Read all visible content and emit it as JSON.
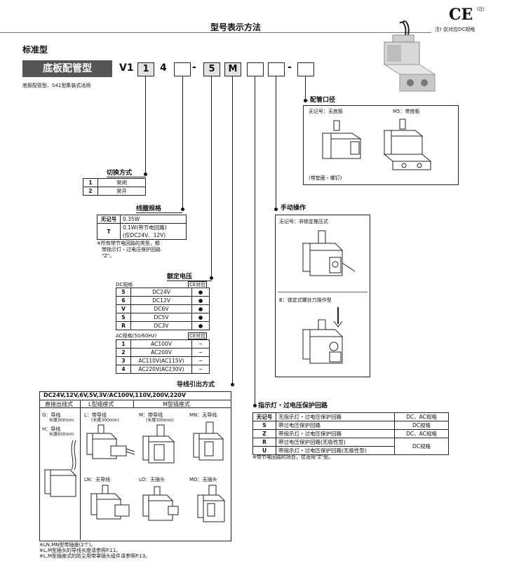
{
  "header": {
    "title": "型号表示方法",
    "ce_mark": "CE",
    "ce_note_mark": "(注)",
    "ce_note": "注) 仅对应DC规格"
  },
  "standard": {
    "label": "标准型",
    "type_name": "底板配管型",
    "code_prefix": "V1",
    "code_1": "1",
    "code_2": "4",
    "code_3": "5",
    "code_4": "M",
    "note": "底板配管型、S41型集装式适用"
  },
  "switching": {
    "title": "切换方式",
    "rows": [
      {
        "key": "1",
        "value": "常闭"
      },
      {
        "key": "2",
        "value": "常开"
      }
    ]
  },
  "coil": {
    "title": "线圈规格",
    "rows": [
      {
        "key": "无记号",
        "value": "0.35W"
      },
      {
        "key": "T",
        "value": "0.1W(带节电回路)",
        "value2": "(仅DC24V、12V)"
      }
    ],
    "note1": "※所有带节电回路的类型，都",
    "note2": "带指示灯・过电压保护回路",
    "note3": "\"Z\"。"
  },
  "voltage": {
    "title": "额定电压",
    "dc_label": "DC规格",
    "ac_label": "AC规格(50/60Hz)",
    "ce_header": "CE对应",
    "dc_rows": [
      {
        "key": "5",
        "value": "DC24V"
      },
      {
        "key": "6",
        "value": "DC12V"
      },
      {
        "key": "V",
        "value": "DC6V"
      },
      {
        "key": "S",
        "value": "DC5V"
      },
      {
        "key": "R",
        "value": "DC3V"
      }
    ],
    "ac_rows": [
      {
        "key": "1",
        "value": "AC100V",
        "ce": "−"
      },
      {
        "key": "2",
        "value": "AC200V",
        "ce": "−"
      },
      {
        "key": "3",
        "value": "AC110V(AC115V)",
        "ce": "−"
      },
      {
        "key": "4",
        "value": "AC220V(AC230V)",
        "ce": "−"
      }
    ]
  },
  "port": {
    "title": "配管口径",
    "none_label": "无记号：无底板",
    "m5_label": "M5：带底板",
    "m5_note": "(带垫圈・螺钉)"
  },
  "manual": {
    "title": "手动操作",
    "none_label": "无记号：非锁定推压式",
    "b_label": "B：锁定式螺丝刀操作型"
  },
  "lead": {
    "title": "导线引出方式",
    "voltage_header": "DC24V,12V,6V,5V,3V/AC100V,110V,200V,220V",
    "col1": "直接出线式",
    "col2": "L型插座式",
    "col3": "M型插座式",
    "g_label": "G：导线",
    "g_len": "长度300mm",
    "h_label": "H：导线",
    "h_len": "长度600mm",
    "l_label": "L：带导线",
    "l_len": "(长度300mm)",
    "m_label": "M：带导线",
    "m_len": "(长度300mm)",
    "mn_label": "MN：无导线",
    "ln_label": "LN：无导线",
    "lo_label": "LO：无插头",
    "mo_label": "MO：无插头",
    "note1": "※LN,MN型带插座(2个)。",
    "note2": "※L,M型插头的导线长度请参照P.11。",
    "note3": "※L,M型插座式的防尘用带罩插头组件请参照P.13。"
  },
  "indicator": {
    "title": "指示灯・过电压保护回路",
    "rows": [
      {
        "key": "无记号",
        "value": "无指示灯・过电压保护回路",
        "spec": "DC、AC规格"
      },
      {
        "key": "S",
        "value": "带过电压保护回路",
        "spec": "DC规格"
      },
      {
        "key": "Z",
        "value": "带指示灯・过电压保护回路",
        "spec": "DC、AC规格"
      },
      {
        "key": "R",
        "value": "带过电压保护回路(无极性型)",
        "spec": "DC规格"
      },
      {
        "key": "U",
        "value": "带指示灯・过电压保护回路(无极性型)",
        "spec": ""
      }
    ],
    "note": "※带节电回路的场合，仅适用\"Z\"型。"
  }
}
